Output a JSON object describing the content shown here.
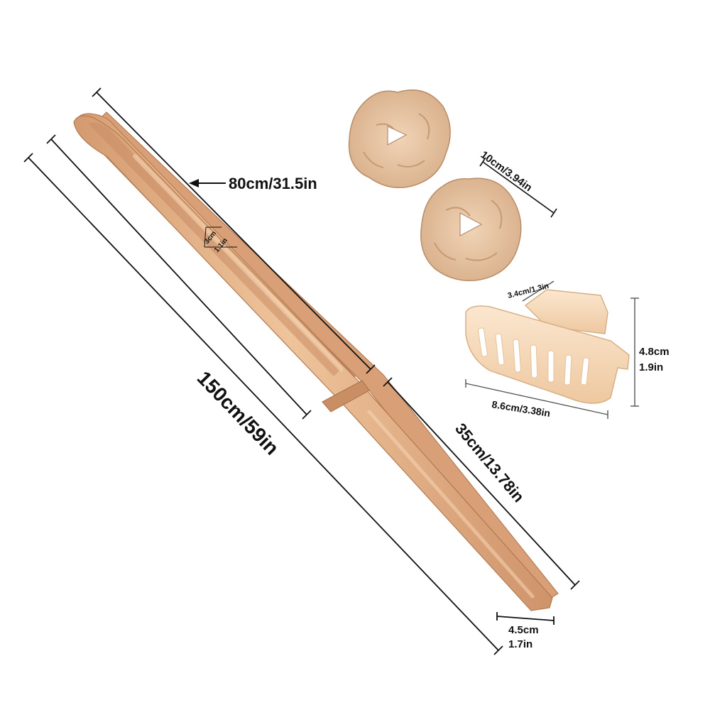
{
  "labels": {
    "inner_length": "80cm/31.5in",
    "total_length": "150cm/59in",
    "thickness_cm": "3cm",
    "thickness_in": "1.1in",
    "end_length": "35cm/13.78in",
    "tip_width_cm": "4.5cm",
    "tip_width_in": "1.7in",
    "scrunchie_size": "10cm/3.94in",
    "clip_tab_width": "3.4cm/1.3in",
    "clip_height_cm": "4.8cm",
    "clip_height_in": "1.9in",
    "clip_width": "8.6cm/3.38in"
  },
  "colors": {
    "fabric": "#e6b88f",
    "fabric_dark": "#c99068",
    "fabric_light": "#f2cfaa",
    "scrunchie": "#e9c6a6",
    "scrunchie_dark": "#c9a17e",
    "clip": "#f5d9b8",
    "clip_dark": "#e2bd96",
    "line": "#111111"
  }
}
